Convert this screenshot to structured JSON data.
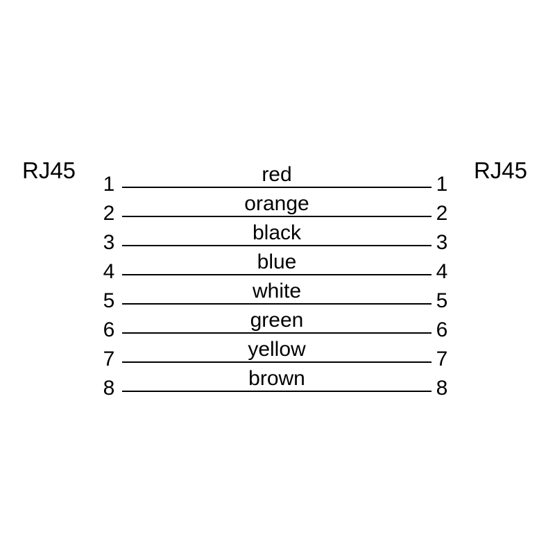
{
  "diagram": {
    "left_connector_label": "RJ45",
    "right_connector_label": "RJ45",
    "wires": [
      {
        "left_pin": "1",
        "right_pin": "1",
        "color": "red"
      },
      {
        "left_pin": "2",
        "right_pin": "2",
        "color": "orange"
      },
      {
        "left_pin": "3",
        "right_pin": "3",
        "color": "black"
      },
      {
        "left_pin": "4",
        "right_pin": "4",
        "color": "blue"
      },
      {
        "left_pin": "5",
        "right_pin": "5",
        "color": "white"
      },
      {
        "left_pin": "6",
        "right_pin": "6",
        "color": "green"
      },
      {
        "left_pin": "7",
        "right_pin": "7",
        "color": "yellow"
      },
      {
        "left_pin": "8",
        "right_pin": "8",
        "color": "brown"
      }
    ]
  }
}
